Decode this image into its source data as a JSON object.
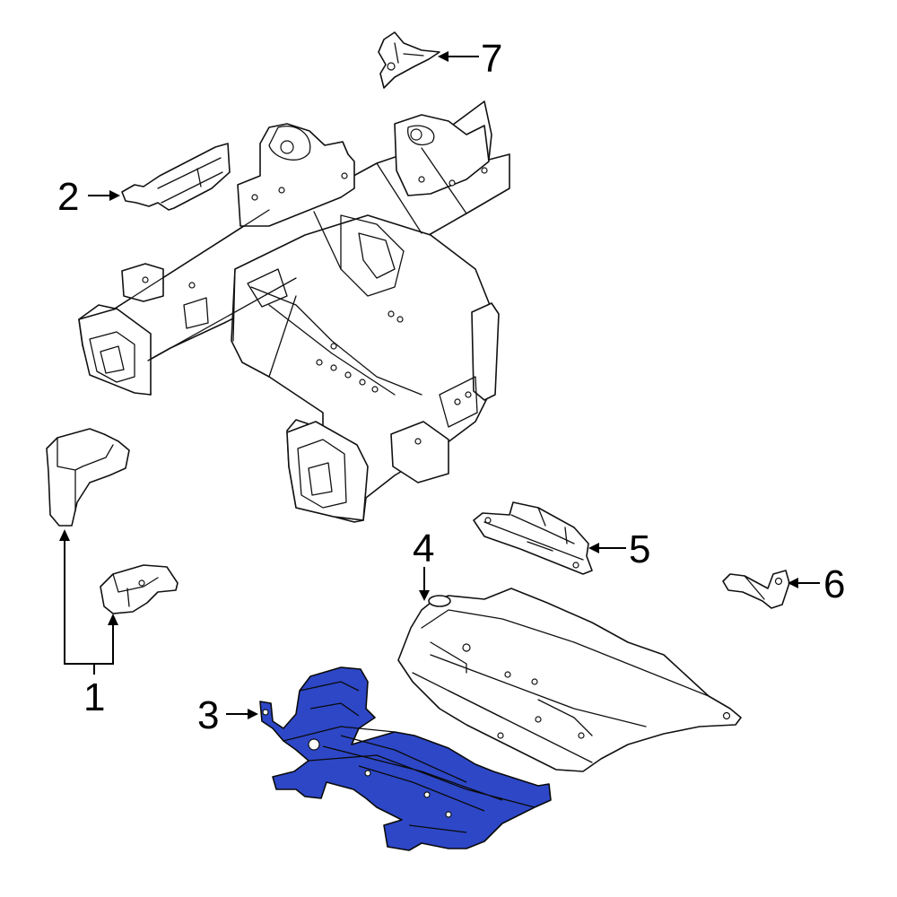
{
  "diagram": {
    "highlight_color": "#2d47c7",
    "callouts": [
      {
        "id": "1",
        "label": "1"
      },
      {
        "id": "2",
        "label": "2"
      },
      {
        "id": "3",
        "label": "3"
      },
      {
        "id": "4",
        "label": "4"
      },
      {
        "id": "5",
        "label": "5"
      },
      {
        "id": "6",
        "label": "6"
      },
      {
        "id": "7",
        "label": "7"
      }
    ]
  }
}
